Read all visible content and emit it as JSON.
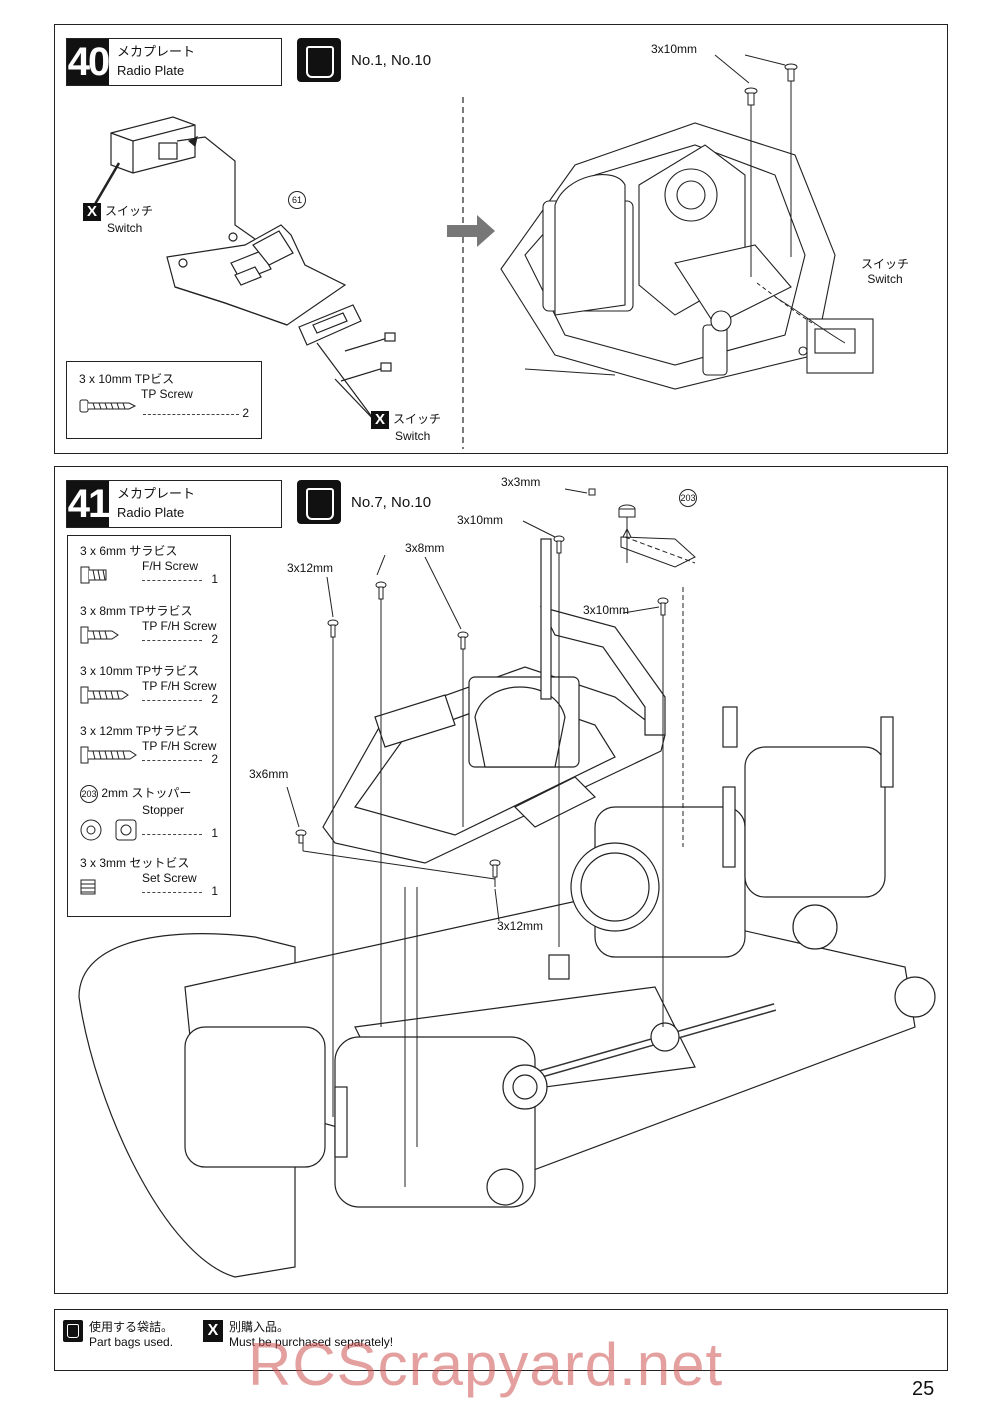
{
  "step40": {
    "number": "40",
    "title_jp": "メカプレート",
    "title_en": "Radio Plate",
    "bags": "No.1, No.10",
    "part_ref": "61",
    "screw_size": "3x10mm",
    "switch_labels": [
      {
        "jp": "スイッチ",
        "en": "Switch"
      },
      {
        "jp": "スイッチ",
        "en": "Switch"
      },
      {
        "jp": "スイッチ",
        "en": "Switch"
      }
    ],
    "parts": [
      {
        "name_jp": "3 x 10mm  TPビス",
        "name_en": "TP Screw",
        "qty": "2"
      }
    ]
  },
  "step41": {
    "number": "41",
    "title_jp": "メカプレート",
    "title_en": "Radio Plate",
    "bags": "No.7, No.10",
    "part_ref": "203",
    "screw_labels": [
      "3x3mm",
      "3x10mm",
      "3x8mm",
      "3x12mm",
      "3x10mm",
      "3x6mm",
      "3x12mm"
    ],
    "parts": [
      {
        "name_jp": "3 x 6mm  サラビス",
        "name_en": "F/H Screw",
        "qty": "1"
      },
      {
        "name_jp": "3 x 8mm  TPサラビス",
        "name_en": "TP F/H Screw",
        "qty": "2"
      },
      {
        "name_jp": "3 x 10mm  TPサラビス",
        "name_en": "TP F/H Screw",
        "qty": "2"
      },
      {
        "name_jp": "3 x 12mm  TPサラビス",
        "name_en": "TP F/H Screw",
        "qty": "2"
      },
      {
        "name_jp": "2mm  ストッパー",
        "name_en": "Stopper",
        "qty": "1",
        "ref": "203"
      },
      {
        "name_jp": "3 x 3mm  セットビス",
        "name_en": "Set Screw",
        "qty": "1"
      }
    ]
  },
  "legend": {
    "bags_jp": "使用する袋詰。",
    "bags_en": "Part bags used.",
    "separate_jp": "別購入品。",
    "separate_en": "Must be purchased separately!"
  },
  "watermark": "RCScrapyard.net",
  "page_number": "25"
}
